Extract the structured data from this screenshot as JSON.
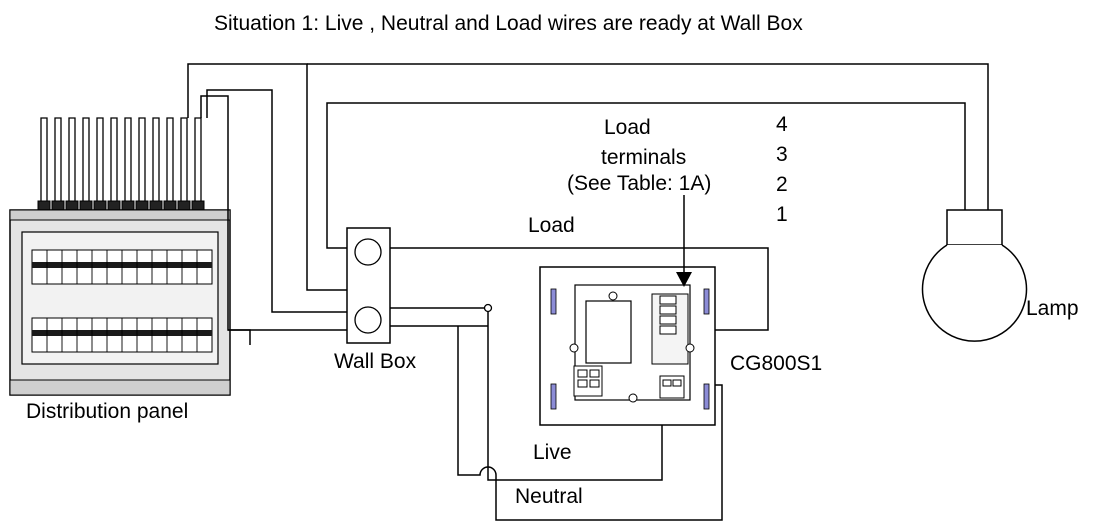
{
  "title": "Situation 1: Live , Neutral and Load wires are ready at Wall Box",
  "components": {
    "distribution_panel": "Distribution panel",
    "wall_box": "Wall Box",
    "device": "CG800S1",
    "lamp": "Lamp"
  },
  "wires": {
    "load": "Load",
    "live": "Live",
    "neutral": "Neutral"
  },
  "load_terminals": {
    "line1": "Load",
    "line2": "terminals",
    "line3": "(See Table: 1A)"
  },
  "terminal_numbers": [
    "4",
    "3",
    "2",
    "1"
  ],
  "colors": {
    "line": "#000000",
    "panel_fill": "#e8e8e8",
    "panel_dark": "#c8c8c8",
    "breaker_bar": "#1a1a1a",
    "clip_blue": "#8c8cd6"
  }
}
